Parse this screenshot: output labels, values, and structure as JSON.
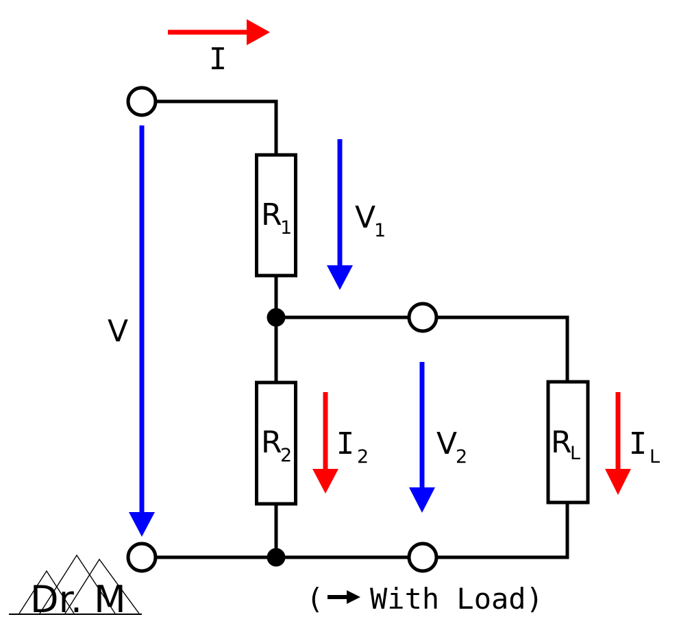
{
  "diagram": {
    "type": "voltage-divider-circuit-with-load",
    "labels": {
      "current_total": "I",
      "source_voltage": "V",
      "r1": {
        "base": "R",
        "sub": "1"
      },
      "v1": {
        "base": "V",
        "sub": "1"
      },
      "r2": {
        "base": "R",
        "sub": "2"
      },
      "i2": {
        "base": "I",
        "sub": "2"
      },
      "v2": {
        "base": "V",
        "sub": "2"
      },
      "rl": {
        "base": "R",
        "sub": "L"
      },
      "il": {
        "base": "I",
        "sub": "L"
      }
    },
    "caption": {
      "prefix": "(",
      "arrow_icon": "right-arrow",
      "suffix": "With Load)"
    },
    "logo": {
      "text": "Dr. M"
    },
    "colors": {
      "current_arrow": "#ff0000",
      "voltage_arrow": "#0000ff",
      "wire": "#000000",
      "background": "#ffffff"
    }
  }
}
